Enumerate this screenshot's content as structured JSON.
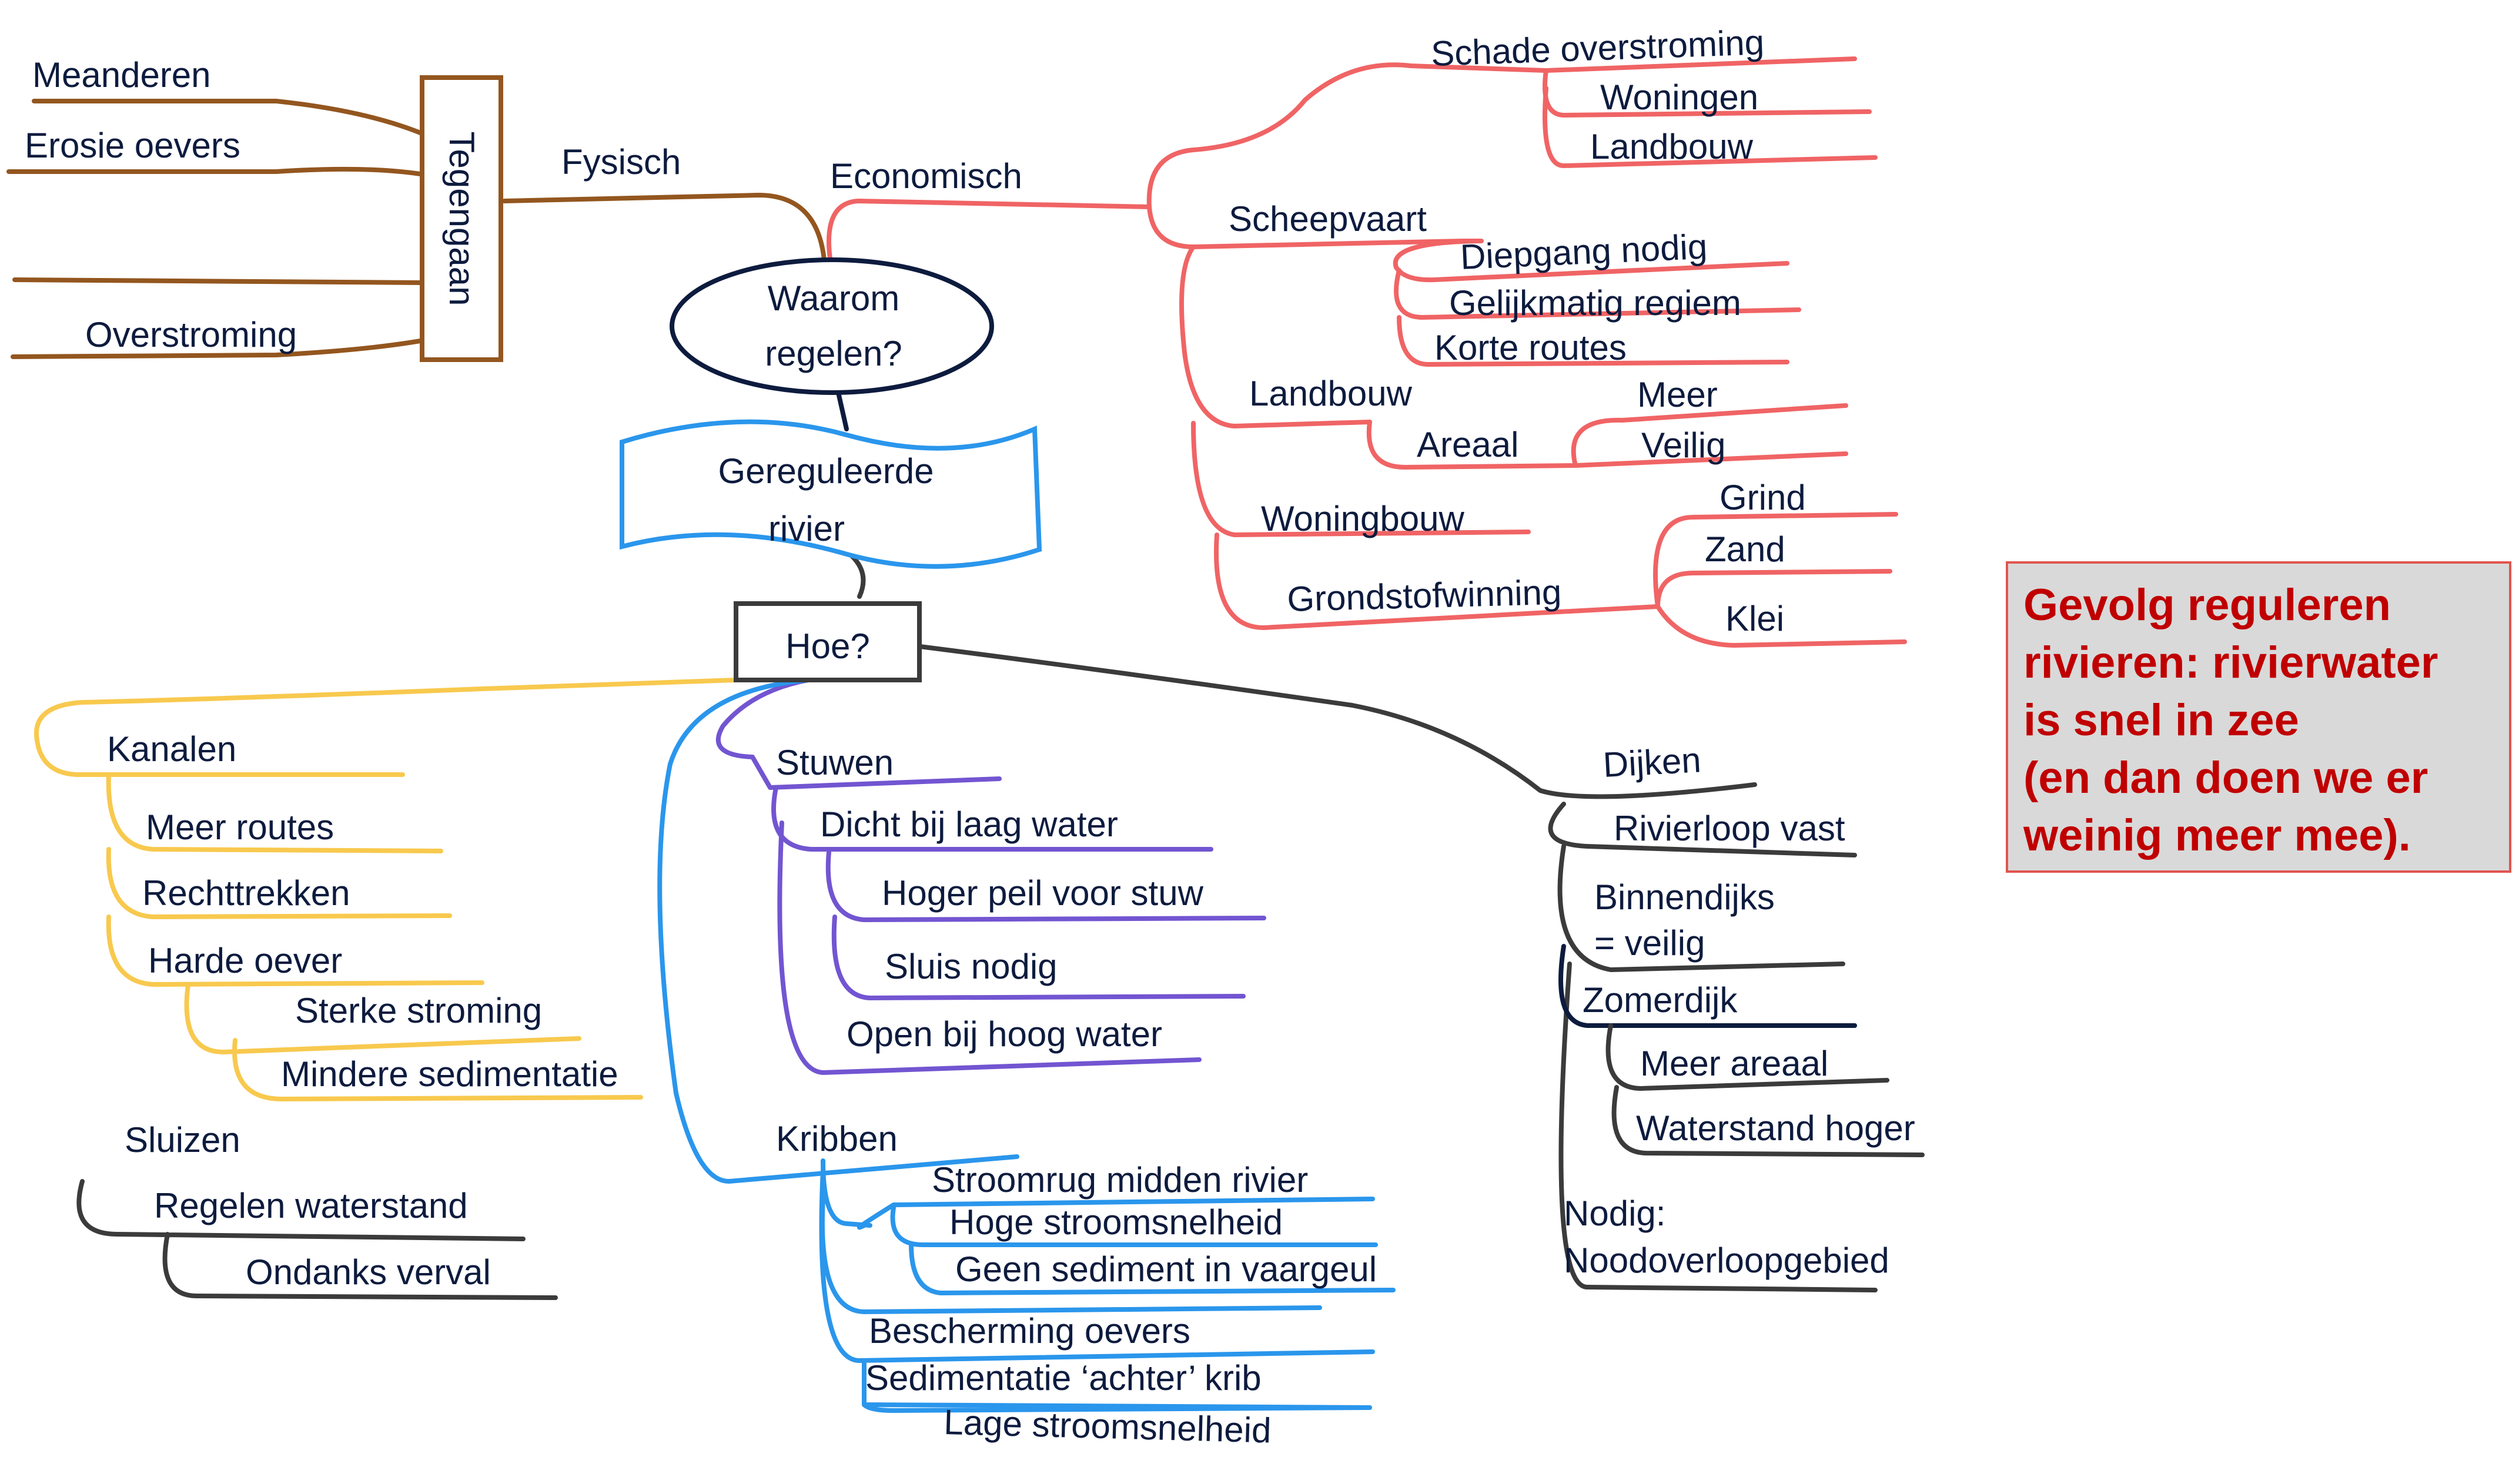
{
  "colors": {
    "fysisch": "#93561f",
    "economisch": "#f06465",
    "yellow": "#f8c94e",
    "purple": "#7255d1",
    "blue": "#2a96ec",
    "dark": "#3b3b3b",
    "navy": "#0d1b3e",
    "note_text": "#c00000",
    "note_bg": "#d9d9d9"
  },
  "center": {
    "waarom": [
      "Waarom",
      "regelen?"
    ],
    "gereguleerde": [
      "Gereguleerde",
      "rivier"
    ],
    "hoe": "Hoe?"
  },
  "fysisch": {
    "label": "Fysisch",
    "box": "Tegengaan",
    "items": [
      "Meanderen",
      "Erosie oevers",
      "Overstroming"
    ]
  },
  "economisch": {
    "label": "Economisch",
    "schade": "Schade overstroming",
    "woningen": "Woningen",
    "landbouw_schade": "Landbouw",
    "scheepvaart": "Scheepvaart",
    "diepgang": "Diepgang nodig",
    "gelijkmatig": "Gelijkmatig regiem",
    "korte": "Korte routes",
    "landbouw": "Landbouw",
    "areaal": "Areaal",
    "meer": "Meer",
    "veilig": "Veilig",
    "woningbouw": "Woningbouw",
    "grondstof": "Grondstofwinning",
    "grind": "Grind",
    "zand": "Zand",
    "klei": "Klei"
  },
  "kanalen": {
    "label": "Kanalen",
    "meer_routes": "Meer routes",
    "rechttrekken": "Rechttrekken",
    "harde_oever": "Harde oever",
    "sterke": "Sterke stroming",
    "mindere": "Mindere sedimentatie"
  },
  "sluizen": {
    "label": "Sluizen",
    "regelen": "Regelen waterstand",
    "ondanks": "Ondanks verval"
  },
  "stuwen": {
    "label": "Stuwen",
    "dicht": "Dicht bij laag water",
    "hoger": "Hoger peil voor stuw",
    "sluis": "Sluis nodig",
    "open": "Open bij hoog water"
  },
  "kribben": {
    "label": "Kribben",
    "stroomrug": "Stroomrug midden rivier",
    "hoge": "Hoge stroomsnelheid",
    "geen": "Geen sediment in vaargeul",
    "bescherming": "Bescherming oevers",
    "sedimentatie": "Sedimentatie ‘achter’ krib",
    "lage": "Lage stroomsnelheid"
  },
  "dijken": {
    "label": "Dijken",
    "rivierloop": "Rivierloop vast",
    "binnendijks": [
      "Binnendijks",
      "= veilig"
    ],
    "zomerdijk": "Zomerdijk",
    "meer_areaal": "Meer areaal",
    "waterstand": "Waterstand hoger",
    "nodig": [
      "Nodig:",
      "Noodoverloopgebied"
    ]
  },
  "note": [
    "Gevolg reguleren",
    "rivieren: rivierwater",
    "is snel in zee",
    "(en dan doen we er",
    "weinig meer mee)."
  ]
}
